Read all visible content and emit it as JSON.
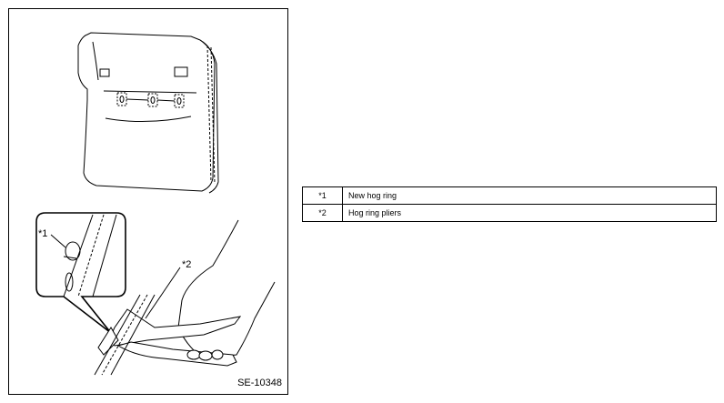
{
  "figure": {
    "code": "SE-10348",
    "callouts": [
      {
        "label": "*1"
      },
      {
        "label": "*2"
      }
    ]
  },
  "legend": {
    "rows": [
      {
        "key": "*1",
        "text": "New hog ring"
      },
      {
        "key": "*2",
        "text": "Hog ring pliers"
      }
    ]
  }
}
